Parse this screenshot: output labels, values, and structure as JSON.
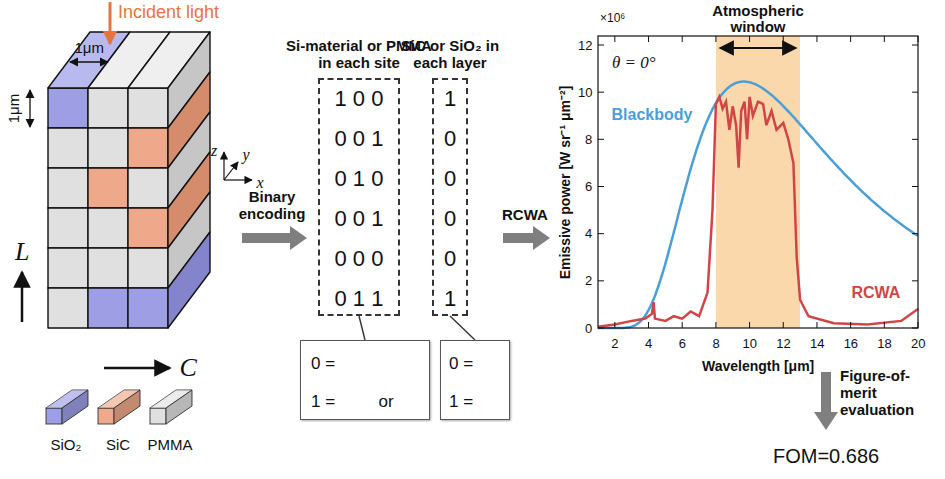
{
  "diagram": {
    "nodes": [
      {
        "text": [
          "Si-material or PMMA in each site",
          "1 0 0",
          "0 0 1",
          "0 1 0",
          "0 0 1",
          "0 0 0",
          "0 1 1"
        ]
      },
      {
        "text": [
          "SiC or SiO₂ in each layer",
          "1",
          "0",
          "0",
          "0",
          "0",
          "1"
        ]
      },
      {
        "text": [
          "0 =",
          "1 =",
          "or"
        ]
      },
      {
        "text": [
          "0 =",
          "1 ="
        ]
      }
    ],
    "edges": [
      {
        "from": 0,
        "to": 2,
        "arrow": "none"
      },
      {
        "from": 1,
        "to": 3,
        "arrow": "none"
      }
    ],
    "labels": [
      "Incident light",
      "1μm",
      "1μm",
      "L",
      "C",
      "z",
      "y",
      "x",
      "Binary encoding",
      "RCWA",
      "×10⁶",
      "θ = 0°",
      "Atmospheric window",
      "0",
      "2",
      "4",
      "6",
      "8",
      "10",
      "12",
      "2",
      "4",
      "6",
      "8",
      "10",
      "12",
      "14",
      "16",
      "18",
      "20",
      "Emissive power [W sr⁻¹ μm⁻²]",
      "Wavelength [μm]",
      "Blackbody",
      "RCWA",
      "Figure-of-merit evaluation",
      "FOM=0.686"
    ],
    "legend": [
      {
        "text": "SiO₂",
        "color": "#9d9ee3"
      },
      {
        "text": "SiC",
        "color": "#eea98a"
      },
      {
        "text": "PMMA",
        "color": "#e0e0e0"
      }
    ]
  }
}
